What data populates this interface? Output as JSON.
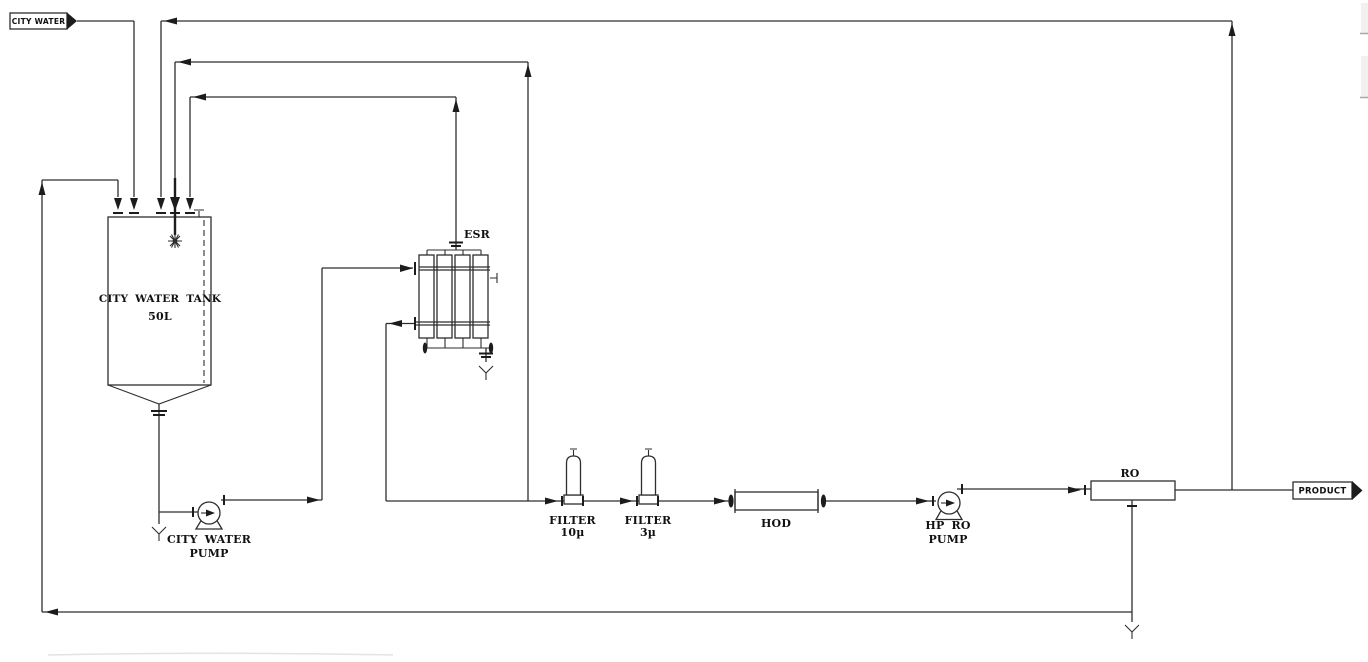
{
  "diagram_type": "process-flow-diagram",
  "colors": {
    "background": "#ffffff",
    "line": "#2e2e2e",
    "text": "#111111",
    "edge_artifact_fill": "#f1f1f1",
    "edge_artifact_border": "#a8a8a8"
  },
  "flags": {
    "city_water": "CITY WATER",
    "product": "PRODUCT"
  },
  "equipment": {
    "tank": {
      "name": "CITY WATER TANK",
      "capacity": "50L"
    },
    "esr": {
      "label": "ESR"
    },
    "city_water_pump": {
      "name_line1": "CITY WATER",
      "name_line2": "PUMP"
    },
    "filter_10u": {
      "name": "FILTER",
      "rating": "10µ"
    },
    "filter_3u": {
      "name": "FILTER",
      "rating": "3µ"
    },
    "hod": {
      "label": "HOD"
    },
    "hp_ro_pump": {
      "name_line1": "HP RO",
      "name_line2": "PUMP"
    },
    "ro": {
      "label": "RO"
    }
  }
}
